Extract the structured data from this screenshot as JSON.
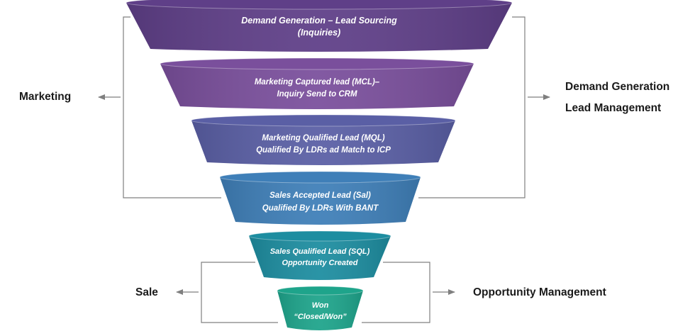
{
  "funnel": {
    "stages": [
      {
        "line1": "Demand Generation – Lead Sourcing",
        "line2": "(Inquiries)",
        "color": "#5f3f88"
      },
      {
        "line1": "Marketing Captured lead (MCL)–",
        "line2": "Inquiry Send to CRM",
        "color": "#7a4f9c"
      },
      {
        "line1": "Marketing Qualified Lead (MQL)",
        "line2": "Qualified By LDRs ad Match to ICP",
        "color": "#5a5fa5"
      },
      {
        "line1": "Sales Accepted Lead (Sal)",
        "line2": "Qualified By LDRs With BANT",
        "color": "#3f7fb8"
      },
      {
        "line1": "Sales Qualified Lead (SQL)",
        "line2": "Opportunity Created",
        "color": "#1d8da0"
      },
      {
        "line1": "Won",
        "line2": "“Closed/Won”",
        "color": "#1ea48b"
      }
    ]
  },
  "labels": {
    "marketing": "Marketing",
    "demand_gen_line1": "Demand Generation",
    "demand_gen_line2": "Lead Management",
    "sale": "Sale",
    "opportunity_management": "Opportunity Management"
  }
}
